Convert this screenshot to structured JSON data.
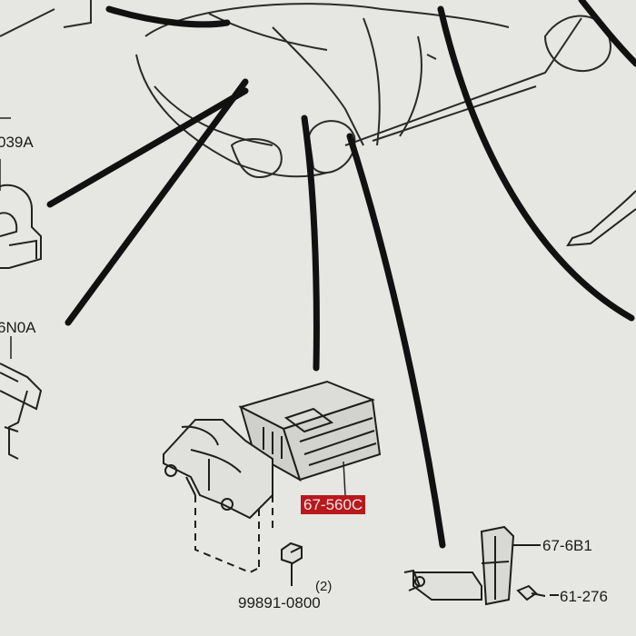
{
  "labels": {
    "part_039a": "039A",
    "part_6n0a": "6N0A",
    "part_67_560c": "67-560C",
    "part_67_6b1": "67-6B1",
    "part_61_276": "61-276",
    "part_99891_0800": "99891-0800",
    "qty_2": "(2)"
  },
  "colors": {
    "paper": "#e6e6e2",
    "ink": "#1c1c1c",
    "highlight_bg": "#b8181c",
    "highlight_text": "#e8e8e8"
  },
  "icons": [
    "car-front-outline",
    "control-module",
    "mounting-bracket",
    "nut",
    "sensor-bracket",
    "bolt"
  ]
}
